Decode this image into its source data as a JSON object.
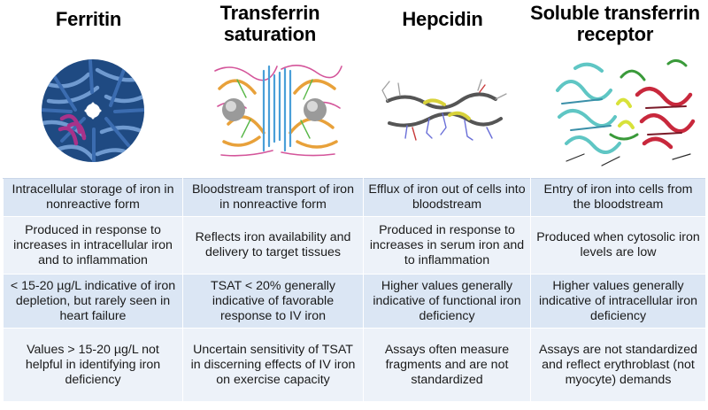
{
  "columns": [
    {
      "header": "Ferritin",
      "image": "ferritin-protein-cage",
      "cells": [
        "Intracellular storage of iron in nonreactive form",
        "Produced in response to increases in intracellular iron and to inflammation",
        "< 15-20 µg/L indicative of iron depletion, but rarely seen in heart failure",
        "Values > 15-20 µg/L not helpful in identifying iron deficiency"
      ]
    },
    {
      "header": "Transferrin saturation",
      "image": "transferrin-iron-complex",
      "cells": [
        "Bloodstream transport of iron in nonreactive form",
        "Reflects iron availability and delivery to target tissues",
        "TSAT < 20% generally indicative of favorable response to IV iron",
        "Uncertain sensitivity of TSAT in discerning effects of IV iron on exercise capacity"
      ]
    },
    {
      "header": "Hepcidin",
      "image": "hepcidin-peptide",
      "cells": [
        "Efflux of iron out of cells into bloodstream",
        "Produced in response to increases in serum iron and to inflammation",
        "Higher values generally indicative of functional iron deficiency",
        "Assays often measure fragments and are not standardized"
      ]
    },
    {
      "header": "Soluble transferrin receptor",
      "image": "transferrin-receptor-ribbon",
      "cells": [
        "Entry of iron into cells from the bloodstream",
        "Produced when cytosolic iron levels are low",
        "Higher values generally indicative of intracellular iron deficiency",
        "Assays are not standardized and reflect erythroblast (not myocyte) demands"
      ]
    }
  ],
  "colors": {
    "row_dark": "#dbe6f4",
    "row_light": "#edf2f9",
    "ferritin_blue": "#2f5f9e",
    "ferritin_magenta": "#a8328a",
    "transferrin_orange": "#e8a13a",
    "receptor_cyan": "#5fc6c4",
    "receptor_red": "#c8283c",
    "receptor_green": "#3a9a3a"
  }
}
